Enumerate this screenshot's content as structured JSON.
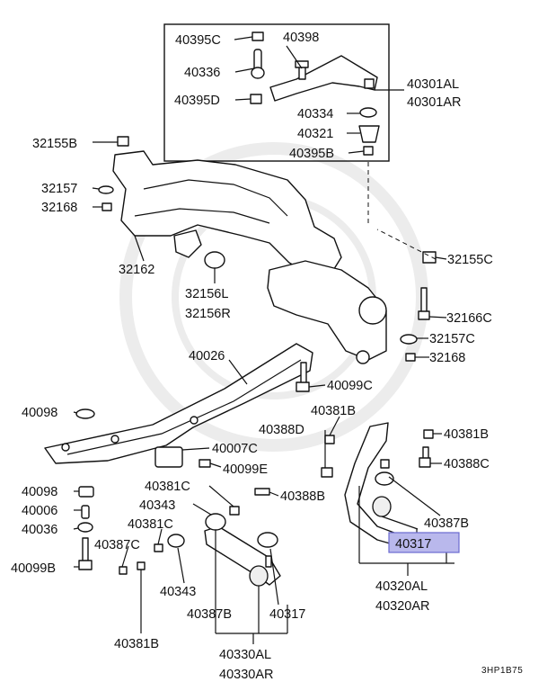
{
  "title": "",
  "callouts": {
    "p40395C": "40395C",
    "p40398": "40398",
    "p40336": "40336",
    "p40395D": "40395D",
    "p40334": "40334",
    "p40321": "40321",
    "p40395B": "40395B",
    "p40301AL": "40301AL",
    "p40301AR": "40301AR",
    "p32155B": "32155B",
    "p32157_l": "32157",
    "p32168_l": "32168",
    "p32162": "32162",
    "p32156L": "32156L",
    "p32156R": "32156R",
    "p32155C": "32155C",
    "p32166C": "32166C",
    "p32157C": "32157C",
    "p32168_r": "32168",
    "p40026": "40026",
    "p40099C": "40099C",
    "p40098_a": "40098",
    "p40381B_top": "40381B",
    "p40388D": "40388D",
    "p40381B_right": "40381B",
    "p40007C": "40007C",
    "p40099E": "40099E",
    "p40388C": "40388C",
    "p40098_b": "40098",
    "p40381C_a": "40381C",
    "p40388B": "40388B",
    "p40006": "40006",
    "p40343_a": "40343",
    "p40036": "40036",
    "p40381C_b": "40381C",
    "p40387B_right": "40387B",
    "p40387C": "40387C",
    "p40099B": "40099B",
    "p40317_hl": "40317",
    "p40343_b": "40343",
    "p40320AL": "40320AL",
    "p40320AR": "40320AR",
    "p40387B_bottom": "40387B",
    "p40317": "40317",
    "p40381B_bottom": "40381B",
    "p40330AL": "40330AL",
    "p40330AR": "40330AR"
  },
  "diagram_code": "3HP1B75",
  "highlight_color": "#b9b8ec"
}
